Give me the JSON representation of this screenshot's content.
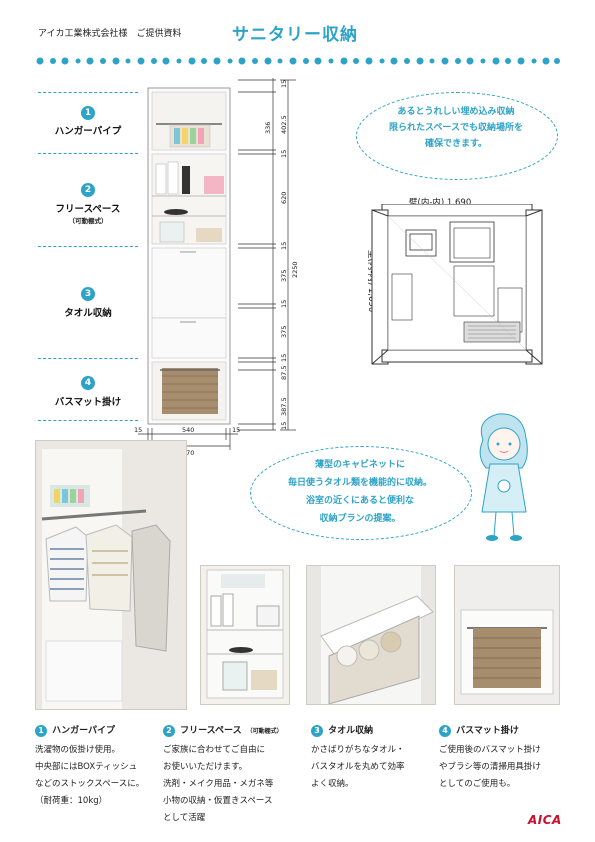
{
  "header": {
    "client": "アイカ工業株式会社様　ご提供資料",
    "title": "サニタリー収納"
  },
  "labels": [
    {
      "num": "1",
      "text": "ハンガーパイプ",
      "sub": ""
    },
    {
      "num": "2",
      "text": "フリースペース",
      "sub": "（可動棚式）"
    },
    {
      "num": "3",
      "text": "タオル収納",
      "sub": ""
    },
    {
      "num": "4",
      "text": "バスマット掛け",
      "sub": ""
    }
  ],
  "dimensions": {
    "right": [
      "15",
      "402.5",
      "336",
      "15",
      "620",
      "15",
      "375",
      "15",
      "375",
      "15",
      "87.5",
      "387.5",
      "15"
    ],
    "total_height": "2250",
    "bottom": [
      "15",
      "540",
      "15"
    ],
    "total_width": "570"
  },
  "bubble_top": [
    "あるとうれしい埋め込み収納",
    "限られたスペースでも収納場所を",
    "確保できます。"
  ],
  "plan": {
    "width_label": "壁(内-内) 1,690",
    "height_label": "壁(内-内) 1,690"
  },
  "bubble_bottom": [
    "薄型のキャビネットに",
    "毎日使うタオル類を機能的に収納。",
    "浴室の近くにあると便利な",
    "収納プランの提案。"
  ],
  "captions": [
    {
      "num": "1",
      "title": "ハンガーパイプ",
      "sub": "",
      "body": [
        "洗濯物の仮掛け使用。",
        "中央部にはBOXティッシュ",
        "などのストックスペースに。",
        "（耐荷重：10kg）"
      ]
    },
    {
      "num": "2",
      "title": "フリースペース",
      "sub": "（可動棚式）",
      "body": [
        "ご家族に合わせてご自由に",
        "お使いいただけます。",
        "洗剤・メイク用品・メガネ等",
        "小物の収納・仮置きスペース",
        "として活躍"
      ]
    },
    {
      "num": "3",
      "title": "タオル収納",
      "sub": "",
      "body": [
        "かさばりがちなタオル・",
        "バスタオルを丸めて効率",
        "よく収納。"
      ]
    },
    {
      "num": "4",
      "title": "バスマット掛け",
      "sub": "",
      "body": [
        "ご使用後のバスマット掛け",
        "やブラシ等の清掃用具掛け",
        "としてのご使用も。"
      ]
    }
  ],
  "footer": {
    "logo": "AICA"
  },
  "colors": {
    "accent": "#2ea3c8",
    "logo": "#c8102e"
  }
}
